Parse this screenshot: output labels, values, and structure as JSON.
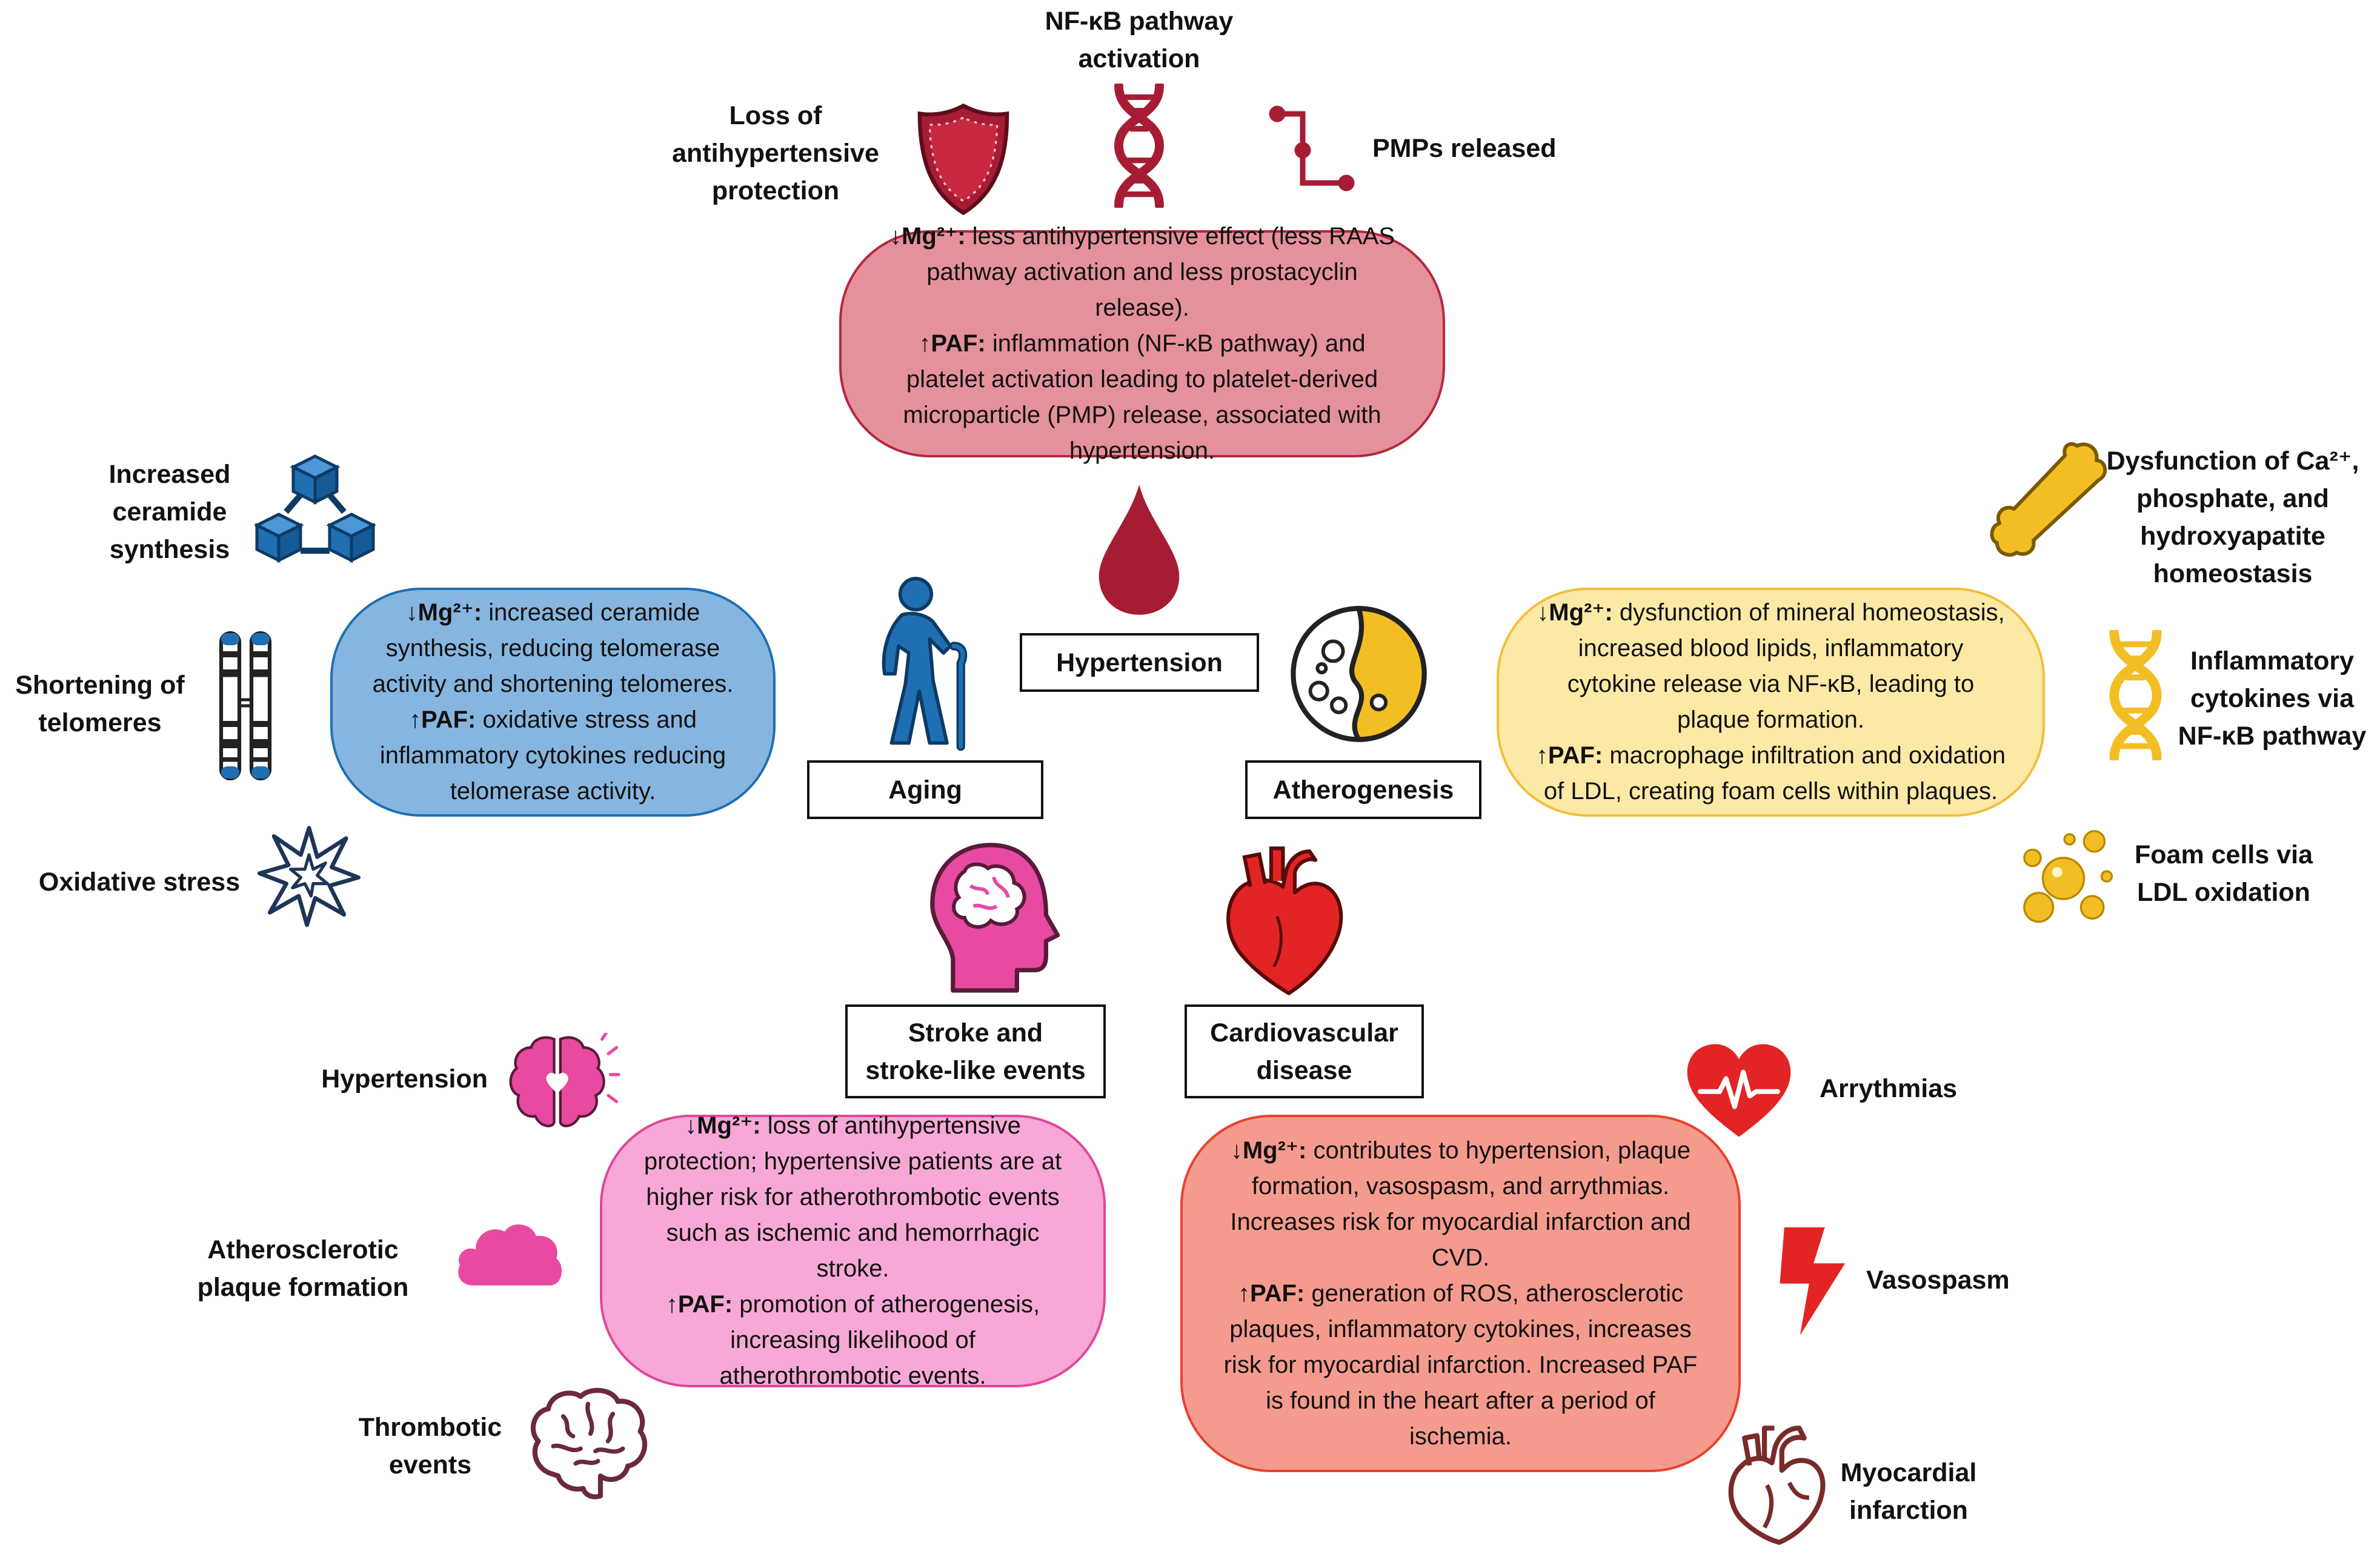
{
  "center": {
    "hypertension": "Hypertension",
    "aging": "Aging",
    "atherogenesis": "Atherogenesis",
    "stroke_line1": "Stroke and",
    "stroke_line2": "stroke-like events",
    "cvd_line1": "Cardiovascular",
    "cvd_line2": "disease"
  },
  "top": {
    "labels": {
      "nfkb_line1": "NF-κB pathway",
      "nfkb_line2": "activation",
      "loss_line1": "Loss of",
      "loss_line2": "antihypertensive",
      "loss_line3": "protection",
      "pmps": "PMPs released"
    },
    "pill": {
      "mg_key": "↓Mg²⁺:",
      "mg_text": " less antihypertensive effect (less RAAS pathway activation and less prostacyclin release).",
      "paf_key": "↑PAF:",
      "paf_text": " inflammation (NF-κB pathway) and platelet activation leading to platelet-derived microparticle (PMP) release, associated with hypertension."
    }
  },
  "left": {
    "labels": {
      "ceramide_line1": "Increased",
      "ceramide_line2": "ceramide",
      "ceramide_line3": "synthesis",
      "telomeres_line1": "Shortening of",
      "telomeres_line2": "telomeres",
      "oxidative": "Oxidative stress"
    },
    "pill": {
      "mg_key": "↓Mg²⁺:",
      "mg_text": " increased ceramide synthesis, reducing telomerase activity and shortening telomeres.",
      "paf_key": "↑PAF:",
      "paf_text": "  oxidative stress and inflammatory cytokines reducing telomerase activity."
    }
  },
  "right": {
    "labels": {
      "dysf_line1": "Dysfunction of Ca²⁺,",
      "dysf_line2": "phosphate, and",
      "dysf_line3": "hydroxyapatite",
      "dysf_line4": "homeostasis",
      "infl_line1": "Inflammatory",
      "infl_line2": "cytokines via",
      "infl_line3": "NF-κB pathway",
      "foam_line1": "Foam cells via",
      "foam_line2": "LDL oxidation"
    },
    "pill": {
      "mg_key": "↓Mg²⁺:",
      "mg_text": " dysfunction of mineral homeostasis, increased blood lipids, inflammatory cytokine release via NF-κB, leading to plaque formation.",
      "paf_key": "↑PAF:",
      "paf_text": " macrophage infiltration and oxidation of LDL, creating foam cells within plaques."
    }
  },
  "bottom_left": {
    "labels": {
      "hypertension": "Hypertension",
      "plaque_line1": "Atherosclerotic",
      "plaque_line2": "plaque formation",
      "thrombotic_line1": "Thrombotic",
      "thrombotic_line2": "events"
    },
    "pill": {
      "mg_key": "↓Mg²⁺:",
      "mg_text": " loss of antihypertensive protection; hypertensive patients are at higher risk for atherothrombotic events such as ischemic and hemorrhagic stroke.",
      "paf_key": "↑PAF:",
      "paf_text": " promotion of atherogenesis, increasing likelihood of atherothrombotic events."
    }
  },
  "bottom_right": {
    "labels": {
      "arrythmias": "Arrythmias",
      "vasospasm": "Vasospasm",
      "mi_line1": "Myocardial",
      "mi_line2": "infarction"
    },
    "pill": {
      "mg_key": "↓Mg²⁺:",
      "mg_text": "  contributes to hypertension, plaque formation, vasospasm, and arrythmias. Increases risk for myocardial infarction and CVD.",
      "paf_key": "↑PAF:",
      "paf_text": " generation of ROS, atherosclerotic plaques, inflammatory cytokines, increases risk for myocardial infarction. Increased PAF is found in the heart after a period of ischemia."
    }
  },
  "colors": {
    "top_fill": "#e4919b",
    "top_border": "#b5283f",
    "left_fill": "#86b6df",
    "left_border": "#1f6fb3",
    "right_fill": "#fde9a6",
    "right_border": "#f2be3a",
    "bl_fill": "#f7a8d6",
    "bl_border": "#e0479a",
    "br_fill": "#f59b8e",
    "br_border": "#e9412e",
    "crimson": "#a61c34",
    "blue": "#1f6fb3",
    "yellow": "#f2be23",
    "pink": "#e74aa0",
    "red": "#e32424",
    "maroon": "#7a2a2a"
  },
  "icons": [
    "shield-icon",
    "dna-icon",
    "pmp-icon",
    "blood-drop-icon",
    "blocks-icon",
    "chromosome-icon",
    "starburst-icon",
    "elderly-person-icon",
    "cell-icon",
    "bone-icon",
    "dna-yellow-icon",
    "bubbles-icon",
    "brain-head-icon",
    "heart-organ-icon",
    "brain-heart-icon",
    "cloud-icon",
    "brain-outline-icon",
    "heartbeat-icon",
    "lightning-icon",
    "anatomical-heart-icon"
  ]
}
